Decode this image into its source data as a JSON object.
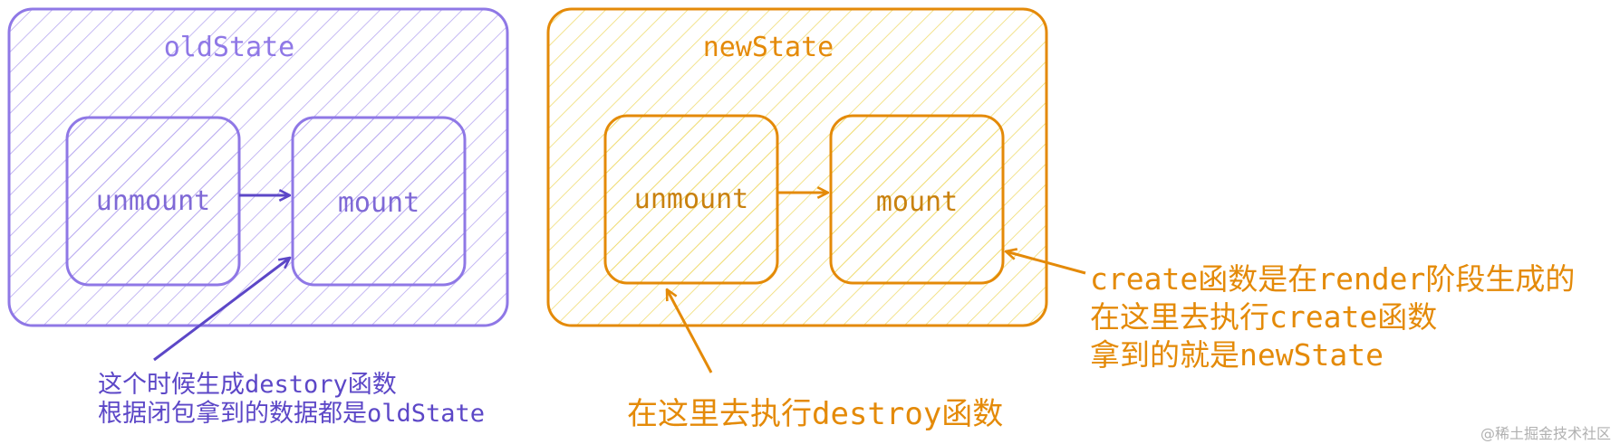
{
  "old_state": {
    "title": "oldState",
    "left_box": "unmount",
    "right_box": "mount",
    "note_lines": [
      "这个时候生成destory函数",
      "根据闭包拿到的数据都是oldState"
    ]
  },
  "new_state": {
    "title": "newState",
    "left_box": "unmount",
    "right_box": "mount",
    "bottom_note": "在这里去执行destroy函数",
    "right_note_lines": [
      "create函数是在render阶段生成的",
      "在这里去执行create函数",
      "拿到的就是newState"
    ]
  },
  "watermark": "@稀土掘金技术社区",
  "colors": {
    "purple": "#8f78e6",
    "purple_dark": "#5c47c7",
    "orange": "#e48a08"
  }
}
